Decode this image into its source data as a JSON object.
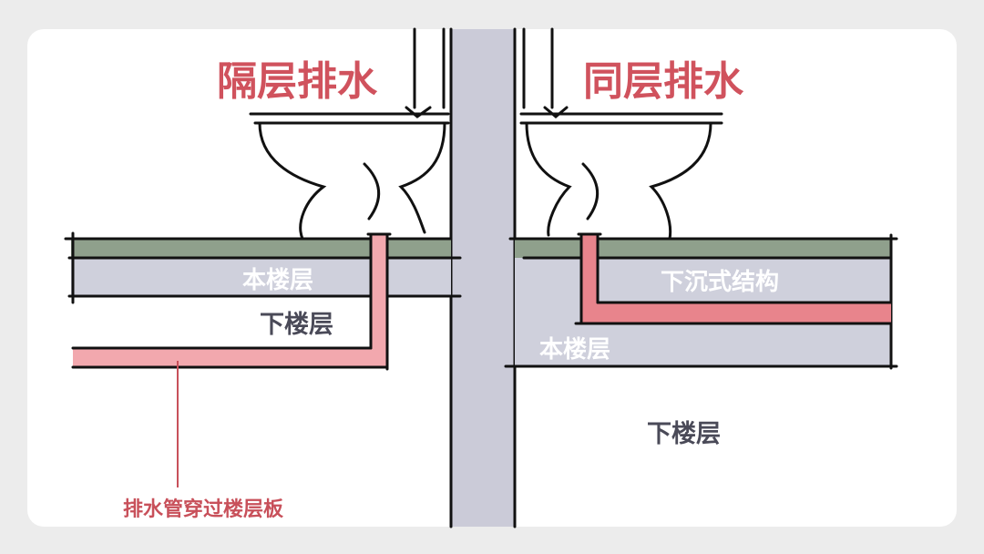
{
  "left_panel": {
    "title": "隔层排水",
    "current_floor_label": "本楼层",
    "lower_floor_label": "下楼层",
    "callout": "排水管穿过楼层板"
  },
  "right_panel": {
    "title": "同层排水",
    "sunken_label": "下沉式结构",
    "current_floor_label": "本楼层",
    "lower_floor_label": "下楼层"
  },
  "colors": {
    "title": "#d0525d",
    "slab_top": "#8fa08c",
    "slab": "#cfd0dc",
    "pipe_left": "#f2a8ae",
    "pipe_right": "#e8848c",
    "column": "#cbcbd8"
  }
}
